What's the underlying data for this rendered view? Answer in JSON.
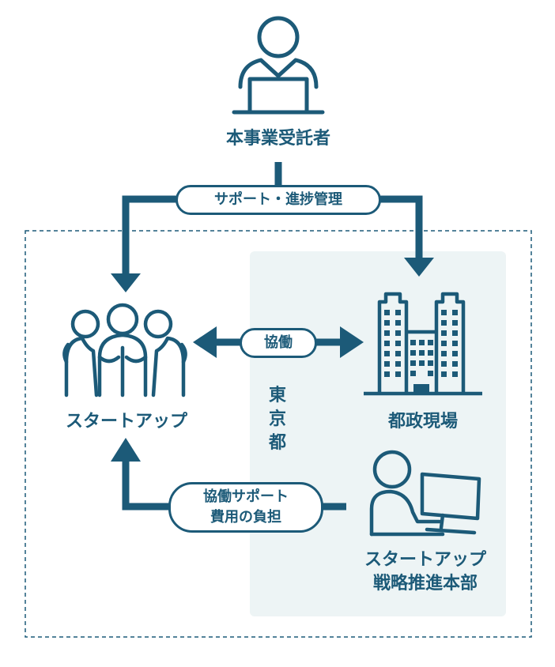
{
  "nodes": {
    "contractor": "本事業受託者",
    "startup": "スタートアップ",
    "site": "都政現場",
    "hq_line1": "スタートアップ",
    "hq_line2": "戦略推進本部"
  },
  "region_label": [
    "東",
    "京",
    "都"
  ],
  "edges": {
    "support": "サポート・進捗管理",
    "collab": "協働",
    "cost_line1": "協働サポート",
    "cost_line2": "費用の負担"
  },
  "colors": {
    "primary": "#1c5a78",
    "panel": "#edf4f5",
    "dashed": "#1c5a78",
    "background": "#ffffff"
  }
}
